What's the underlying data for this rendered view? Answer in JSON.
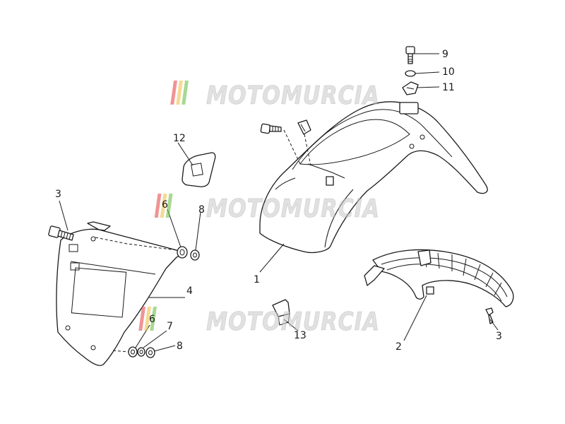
{
  "watermark": {
    "text": "MOTOMURCIA",
    "stripe_colors": [
      "#e84c4c",
      "#f0c24b",
      "#6cc04a"
    ]
  },
  "callouts": {
    "c1": "1",
    "c2": "2",
    "c3a": "3",
    "c3b": "3",
    "c4": "4",
    "c6a": "6",
    "c6b": "6",
    "c7": "7",
    "c8a": "8",
    "c8b": "8",
    "c9": "9",
    "c10": "10",
    "c11": "11",
    "c12": "12",
    "c13": "13"
  }
}
